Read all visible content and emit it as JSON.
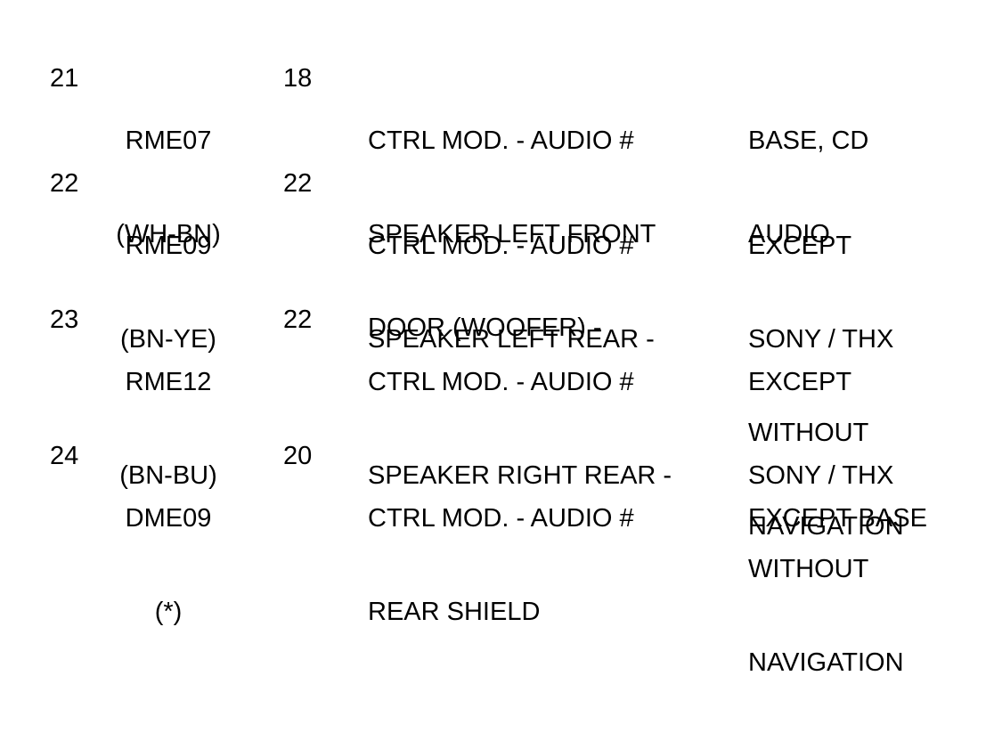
{
  "rows": [
    {
      "pin": "21",
      "circuit": [
        "RME07",
        "(WH-BN)"
      ],
      "gauge": "18",
      "description": [
        "CTRL MOD. - AUDIO #",
        "SPEAKER LEFT FRONT",
        "DOOR (WOOFER) -"
      ],
      "notes": [
        "BASE, CD",
        "AUDIO"
      ]
    },
    {
      "pin": "22",
      "circuit": [
        "RME09",
        "(BN-YE)"
      ],
      "gauge": "22",
      "description": [
        "CTRL MOD. - AUDIO #",
        "SPEAKER LEFT REAR -"
      ],
      "notes": [
        "EXCEPT",
        "SONY / THX",
        "WITHOUT",
        "NAVIGATION"
      ]
    },
    {
      "pin": "23",
      "circuit": [
        "RME12",
        "(BN-BU)"
      ],
      "gauge": "22",
      "description": [
        "CTRL MOD. - AUDIO #",
        "SPEAKER RIGHT REAR -"
      ],
      "notes": [
        "EXCEPT",
        "SONY / THX",
        "WITHOUT",
        "NAVIGATION"
      ]
    },
    {
      "pin": "24",
      "circuit": [
        "DME09",
        "(*)"
      ],
      "gauge": "20",
      "description": [
        "CTRL MOD. - AUDIO #",
        "REAR SHIELD"
      ],
      "notes": [
        "EXCEPT BASE"
      ]
    }
  ]
}
